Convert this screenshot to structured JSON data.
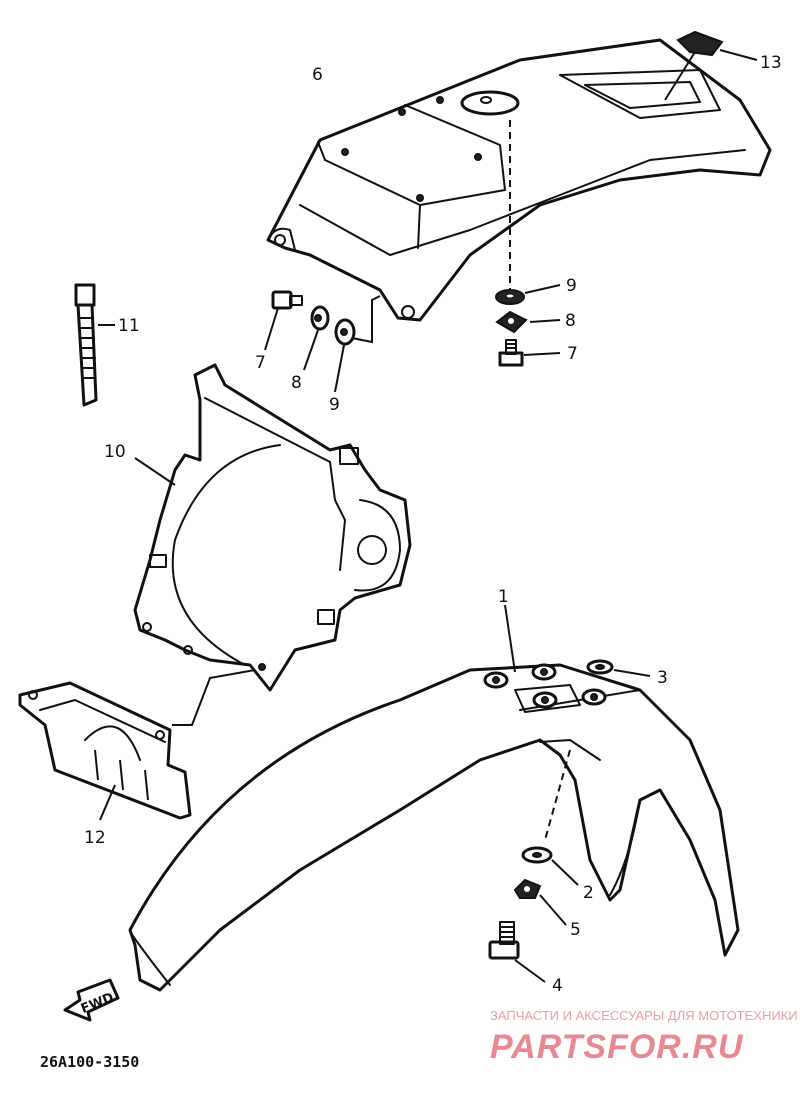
{
  "diagram": {
    "callouts": {
      "p1": "1",
      "p2": "2",
      "p3": "3",
      "p4": "4",
      "p5": "5",
      "p6": "6",
      "p7a": "7",
      "p7b": "7",
      "p8a": "8",
      "p8b": "8",
      "p9a": "9",
      "p9b": "9",
      "p10": "10",
      "p11": "11",
      "p12": "12",
      "p13": "13"
    },
    "direction_label": "FWD",
    "diagram_code": "26A100-3150"
  },
  "watermark": {
    "tagline": "ЗАПЧАСТИ И АКСЕССУАРЫ ДЛЯ МОТОТЕХНИКИ",
    "brand": "PARTSFOR.RU",
    "color": "#e98891"
  }
}
